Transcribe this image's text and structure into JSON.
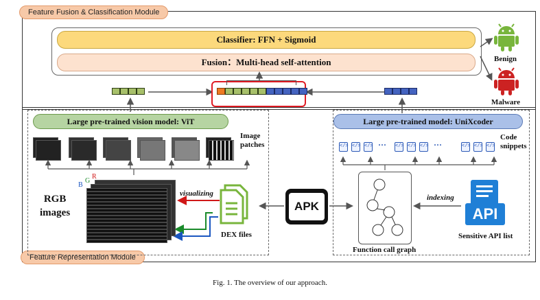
{
  "modules": {
    "fusion": "Feature Fusion & Classification Module",
    "representation": "Feature Representation Module"
  },
  "classifier": "Classifier: FFN  +  Sigmoid",
  "fusion_bar": "Fusion：Multi-head self-attention",
  "outputs": {
    "benign": "Benign",
    "malware": "Malware"
  },
  "vision_model": "Large pre-trained vision model: ViT",
  "code_model": "Large pre-trained model: UniXcoder",
  "image_patches": "Image\npatches",
  "code_snippets": "Code\nsnippets",
  "ellipsis": "···",
  "rgb": {
    "title": "RGB\nimages",
    "r": "R",
    "g": "G",
    "b": "B"
  },
  "visualizing": "visualizing",
  "dex_files": "DEX files",
  "apk": "APK",
  "function_call_graph": "Function call graph",
  "indexing": "indexing",
  "api_icon_text": "API",
  "sensitive_api_list": "Sensitive API list",
  "caption": "Fig. 1.  The overview of our approach.",
  "colors": {
    "classifier": "#fcd97c",
    "fusion": "#fde2cf",
    "vision": "#b6d4a2",
    "code": "#aac0e8",
    "android_green": "#78b53c",
    "android_red": "#cc2222",
    "highlight_red": "#e01b24"
  }
}
